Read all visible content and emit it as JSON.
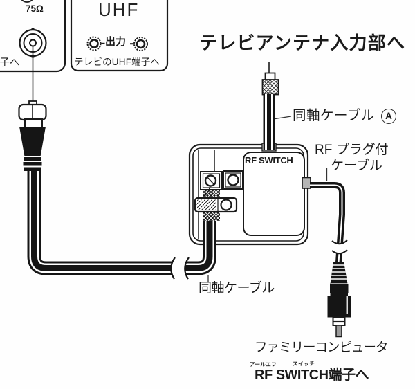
{
  "diagram": {
    "title": "テレビアンテナ入力部へ",
    "tv_75ohm_box": {
      "impedance_label": "75Ω",
      "terminal_label": "端子へ"
    },
    "tv_uhf_box": {
      "title": "UHF",
      "output_label": "出力",
      "caption": "テレビのUHF端子へ"
    },
    "rf_switch_box": {
      "label": "RF SWITCH"
    },
    "labels": {
      "coax_cable_a": "同軸ケーブル",
      "coax_cable_a_mark": "A",
      "rf_plug_cable_line1": "RF プラグ付",
      "rf_plug_cable_line2": "ケーブル",
      "coax_cable": "同軸ケーブル",
      "famicom": "ファミリーコンピュータ",
      "rf_furigana": "アールエフ",
      "switch_furigana": "スイッチ",
      "rf_switch_terminal": "RF SWITCH端子へ"
    },
    "colors": {
      "ink": "#1a1a1a",
      "paper": "#fefefe",
      "tab_gray": "#b5b5b5",
      "pin_gray": "#9a9a9a"
    }
  }
}
